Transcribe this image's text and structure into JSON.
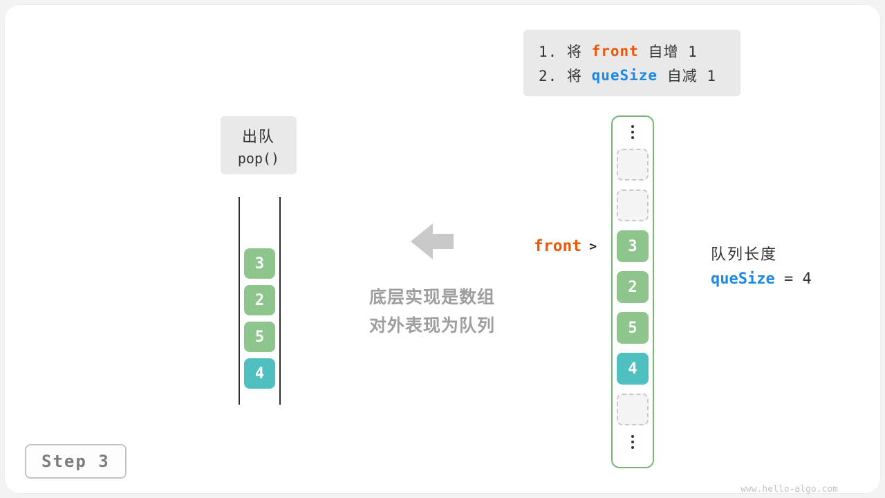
{
  "colors": {
    "cell_green": "#8dc58d",
    "cell_teal": "#4fc0c0",
    "accent_orange": "#e8590c",
    "accent_blue": "#1e88e5",
    "box_gray": "#e9e9e9",
    "muted_text": "#9e9e9e",
    "arrow_gray": "#c9c9c9"
  },
  "instructions": {
    "line1": {
      "pre": "1. 将 ",
      "code": "front",
      "post": " 自增 1"
    },
    "line2": {
      "pre": "2. 将 ",
      "code": "queSize",
      "post": " 自减 1"
    }
  },
  "operation": {
    "title": "出队",
    "code": "pop()"
  },
  "queue_view": {
    "cells": [
      {
        "type": "green",
        "value": "3"
      },
      {
        "type": "green",
        "value": "2"
      },
      {
        "type": "green",
        "value": "5"
      },
      {
        "type": "teal",
        "value": "4"
      }
    ]
  },
  "explain": {
    "line1": "底层实现是数组",
    "line2": "对外表现为队列"
  },
  "front_pointer": {
    "label": "front",
    "arrow": ">"
  },
  "array_view": {
    "cells": [
      {
        "type": "ellipsis"
      },
      {
        "type": "empty"
      },
      {
        "type": "empty"
      },
      {
        "type": "green",
        "value": "3"
      },
      {
        "type": "green",
        "value": "2"
      },
      {
        "type": "green",
        "value": "5"
      },
      {
        "type": "teal",
        "value": "4"
      },
      {
        "type": "empty"
      },
      {
        "type": "ellipsis"
      }
    ]
  },
  "queue_size": {
    "title": "队列长度",
    "code": "queSize",
    "rest": " = 4"
  },
  "step": {
    "label": "Step 3"
  },
  "watermark": "www.hello-algo.com"
}
